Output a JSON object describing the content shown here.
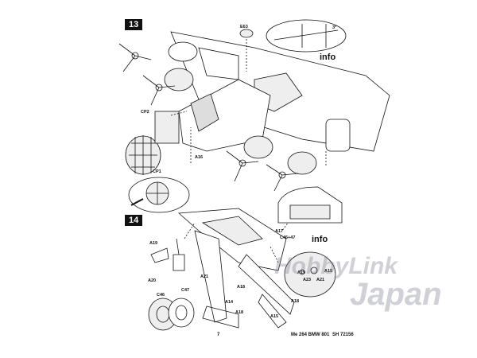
{
  "steps": [
    {
      "number": "13"
    },
    {
      "number": "14"
    }
  ],
  "labels": {
    "e63": "E63",
    "cp2": "CP2",
    "cp1": "CP1",
    "a16_top": "A16",
    "a19": "A19",
    "a20": "A20",
    "a21": "A21",
    "c46": "C46",
    "c47": "C47",
    "a18_a": "A18",
    "a14": "A14",
    "a18_b": "A18",
    "a18_c": "A18",
    "a15": "A15",
    "a17": "A17",
    "c46_47": "C46+47",
    "a19_info": "A19",
    "a23": "A23",
    "a21_info": "A21",
    "a15_info": "A15",
    "angle": "3°"
  },
  "info": {
    "label_top": "info",
    "label_bottom": "info"
  },
  "footer": {
    "page": "7",
    "model": "Me 264 BMW 801",
    "code": "SH 72156"
  },
  "watermark": {
    "line1": "HobbyLink",
    "line2": "Japan"
  },
  "colors": {
    "ink": "#111111",
    "paper": "#ffffff",
    "watermark": "#8c8ca0"
  }
}
